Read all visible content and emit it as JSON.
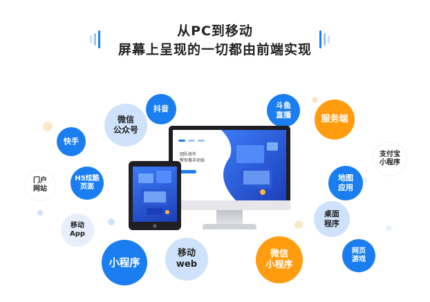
{
  "header": {
    "line1": "从PC到移动",
    "line2": "屏幕上呈现的一切都由前端实现"
  },
  "colors": {
    "blue": "#1a7ef0",
    "light_blue": "#cfe2fb",
    "orange": "#ff9c0f",
    "light_orange": "#fde8c6"
  },
  "bubbles": {
    "douyin": "抖音",
    "wechat_official": "微信\n公众号",
    "kuaishou": "快手",
    "portal": "门户\n网站",
    "h5": "H5炫酷\n页面",
    "mobile_app": "移动\nApp",
    "mini_program": "小程序",
    "mobile_web": "移动\nweb",
    "douyu": "斗鱼\n直播",
    "server": "服务端",
    "alipay_mini": "支付宝\n小程序",
    "map_app": "地图\n应用",
    "desktop_app": "桌面\n程序",
    "web_game": "网页\n游戏",
    "wechat_mini": "微信\n小程序"
  },
  "monitor_screen": {
    "headline_1": "团队协作",
    "headline_2": "帮你事半功倍"
  }
}
